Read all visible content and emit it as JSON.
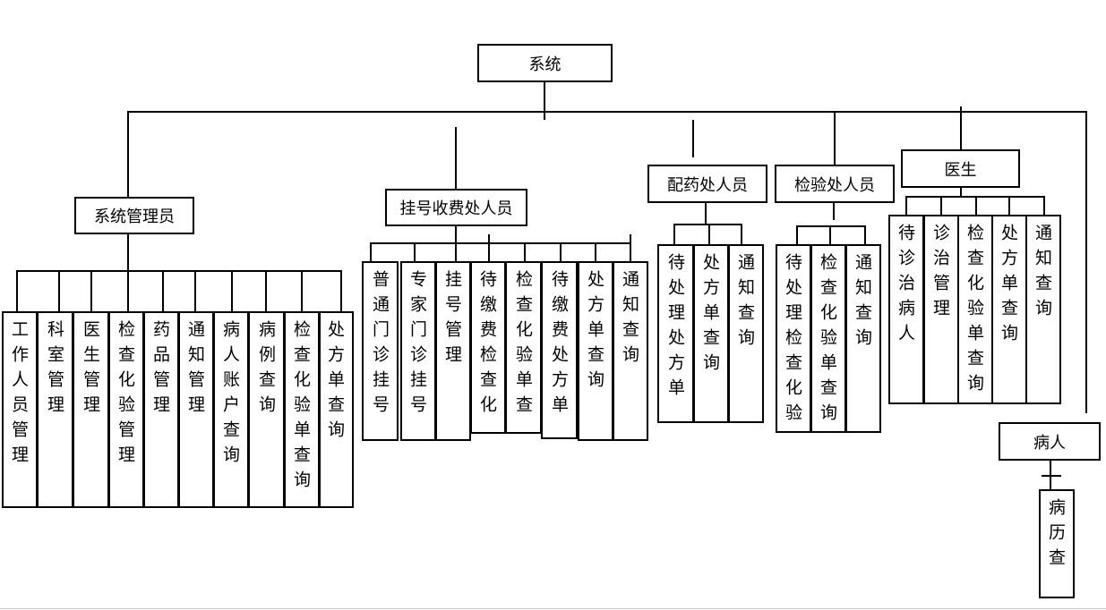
{
  "root": "系统",
  "roles": {
    "admin": {
      "label": "系统管理员",
      "children": [
        "工作人员管理",
        "科室管理",
        "医生管理",
        "检查化验管理",
        "药品管理",
        "通知管理",
        "病人账户查询",
        "病例查询",
        "检查化验单查询",
        "处方单查询"
      ]
    },
    "registration": {
      "label": "挂号收费处人员",
      "children": [
        "普通门诊挂号",
        "专家门诊挂号",
        "挂号管理",
        "待缴费检查化验",
        "检查化验单查询",
        "待缴费处方单",
        "处方单查询",
        "通知查询"
      ]
    },
    "pharmacy": {
      "label": "配药处人员",
      "children": [
        "待处理处方单",
        "处方单查询",
        "通知查询"
      ]
    },
    "lab": {
      "label": "检验处人员",
      "children": [
        "待处理检查化验",
        "检查化验单查询",
        "通知查询"
      ]
    },
    "doctor": {
      "label": "医生",
      "children": [
        "待诊治病人",
        "诊治管理",
        "检查化验单查询",
        "处方单查询",
        "通知查询"
      ]
    },
    "patient": {
      "label": "病人",
      "children": [
        "病历查询"
      ]
    }
  }
}
